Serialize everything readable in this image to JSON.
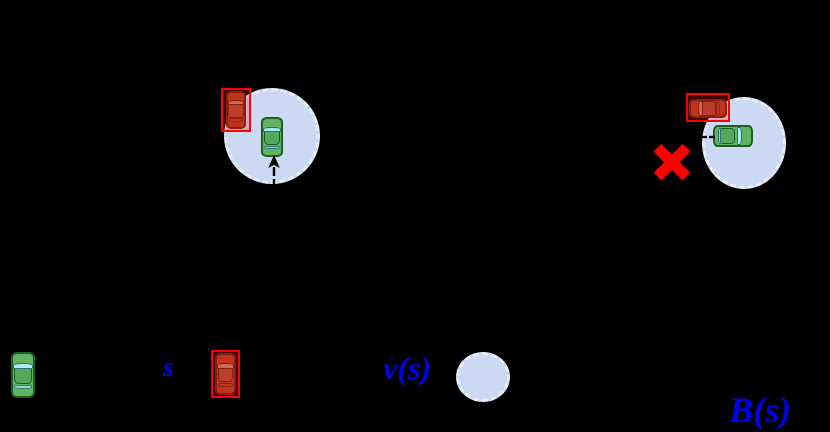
{
  "figure": {
    "background_color": "#000000",
    "accent_color": "#0000ee",
    "reachable_set_color": "#ccd9f2",
    "ego_color": "#62b463",
    "obstacle_color": "#c0341d",
    "invalid_marker_color": "#ff0000"
  },
  "scenes": [
    {
      "id": "feasible-scenario",
      "name": "left-scenario",
      "ego_heading": "up",
      "obstacle_heading": "up",
      "motion_arrow": "arrow-up-dashed",
      "is_invalid": false,
      "invalid_marker": ""
    },
    {
      "id": "infeasible-scenario",
      "name": "right-scenario",
      "ego_heading": "left",
      "obstacle_heading": "left",
      "motion_arrow": "arrow-left-dashed",
      "is_invalid": true,
      "invalid_marker": "red-x-cross"
    }
  ],
  "legend": {
    "items": [
      {
        "key": "ego-vehicle",
        "glyph": "green-car-icon",
        "label": ""
      },
      {
        "key": "state",
        "glyph": "red-car-icon",
        "label": "s"
      },
      {
        "key": "reachable-set",
        "glyph": "blue-blob-icon",
        "label": "v(s)"
      },
      {
        "key": "barrier-set",
        "glyph": "",
        "label": "B(s)"
      }
    ],
    "state_label": "s",
    "reachable_label": "v(s)",
    "barrier_label": "B(s)"
  }
}
